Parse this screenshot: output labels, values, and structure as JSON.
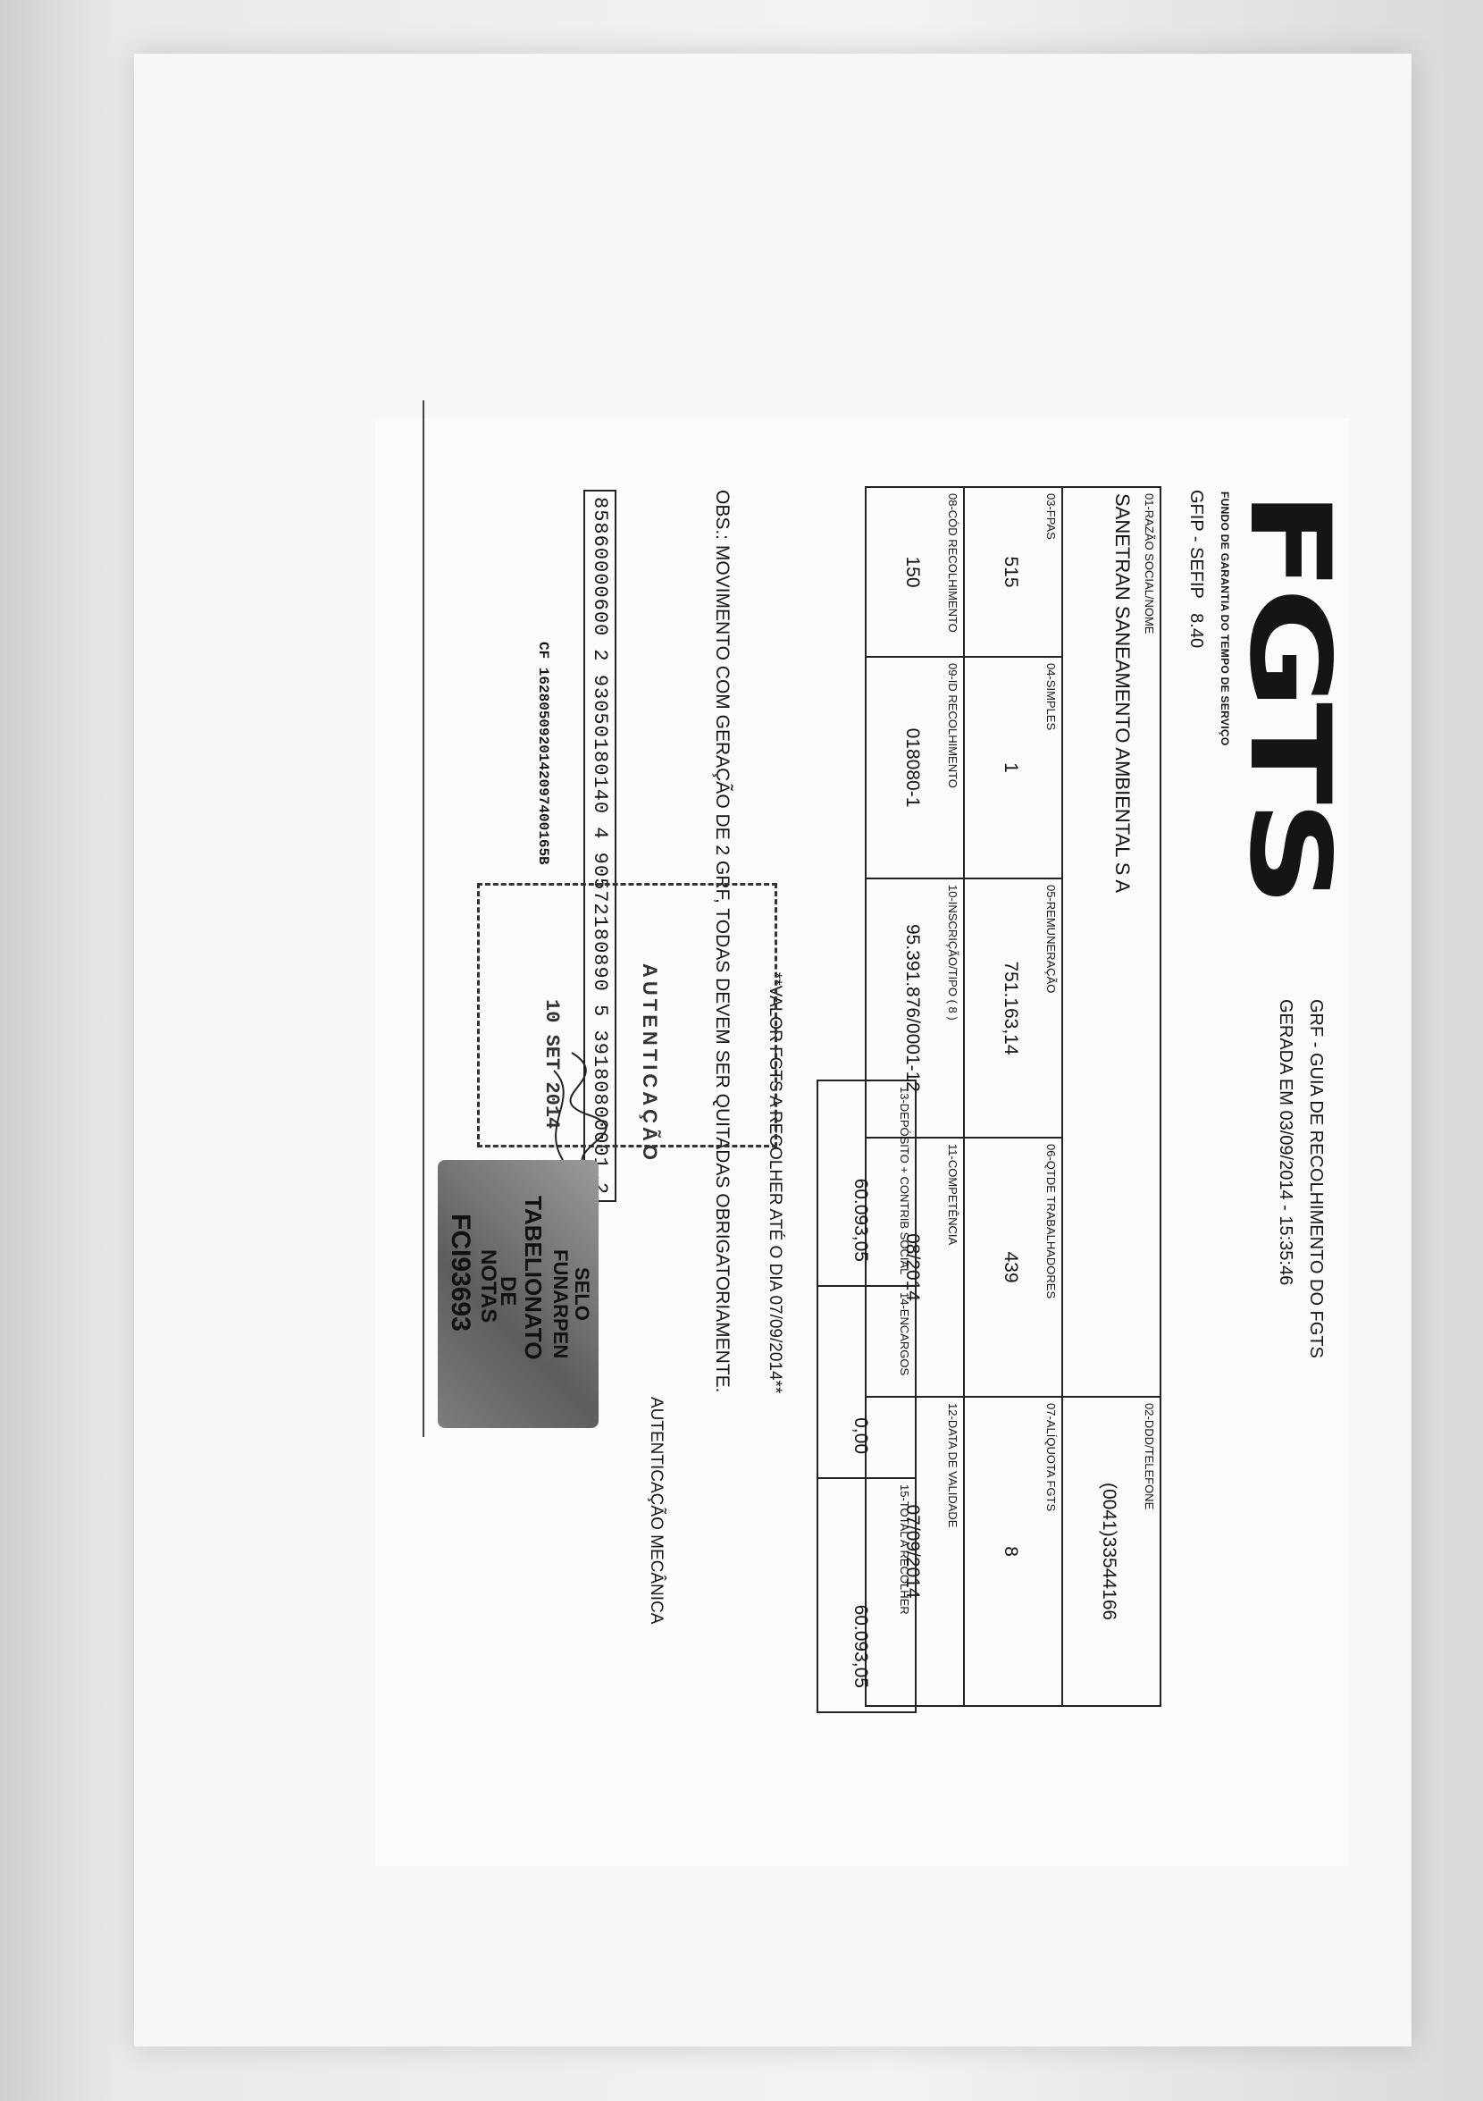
{
  "header": {
    "logo": "FGTS",
    "logo_sub": "FUNDO DE GARANTIA DO TEMPO DE SERVIÇO",
    "doc_type": "GFIP - SEFIP   8.40",
    "title_line1": "GRF - GUIA DE RECOLHIMENTO DO FGTS",
    "title_line2": "GERADA EM 03/09/2014 - 15:35:46"
  },
  "fields": {
    "razao_social": {
      "label": "01-RAZÃO SOCIAL/NOME",
      "value": "SANETRAN SANEAMENTO AMBIENTAL S A"
    },
    "telefone": {
      "label": "02-DDD/TELEFONE",
      "value": "(0041)33544166"
    },
    "fpas": {
      "label": "03-FPAS",
      "value": "515"
    },
    "simples": {
      "label": "04-SIMPLES",
      "value": "1"
    },
    "remuneracao": {
      "label": "05-REMUNERAÇÃO",
      "value": "751.163,14"
    },
    "qtde_trabalhadores": {
      "label": "06-QTDE TRABALHADORES",
      "value": "439"
    },
    "aliquota": {
      "label": "07-ALÍQUOTA FGTS",
      "value": "8"
    },
    "cod_recolhimento": {
      "label": "08-CÓD RECOLHIMENTO",
      "value": "150"
    },
    "id_recolhimento": {
      "label": "09-ID RECOLHIMENTO",
      "value": "018080-1"
    },
    "inscricao": {
      "label": "10-INSCRIÇÃO/TIPO  ( 8 )",
      "value": "95.391.876/0001-12"
    },
    "competencia": {
      "label": "11-COMPETÊNCIA",
      "value": "08/2014"
    },
    "data_validade": {
      "label": "12-DATA DE VALIDADE",
      "value": "07/09/2014"
    },
    "deposito": {
      "label": "13-DEPÓSITO +  CONTRIB SOCIAL",
      "value": "60.093,05"
    },
    "encargos": {
      "label": "14-ENCARGOS",
      "value": "0,00"
    },
    "total": {
      "label": "15-TOTAL A RECOLHER",
      "value": "60.093,05"
    }
  },
  "note": "**VALOR FGTS A RECOLHER ATÉ O DIA 07/09/2014**",
  "obs": "OBS.: MOVIMENTO COM GERAÇÃO DE 2 GRF, TODAS DEVEM SER QUITADAS OBRIGATORIAMENTE.",
  "autenticacao_label": "AUTENTICAÇÃO MECÂNICA",
  "barcode_digits": "85860000600  2 93050180140  4 90572180890  5 39180800001  2",
  "cf_line": "CF 1628050920142097400165B",
  "stamps": {
    "autenticacao": "AUTENTICAÇÃO",
    "date": "10 SET 2014",
    "seal_lines": [
      "SELO",
      "FUNARPEN",
      "TABELIONATO",
      "DE",
      "NOTAS",
      "FCI93693"
    ]
  },
  "colors": {
    "ink": "#151515",
    "paper": "#f7f7f7",
    "seal": "#7d7d7d"
  }
}
